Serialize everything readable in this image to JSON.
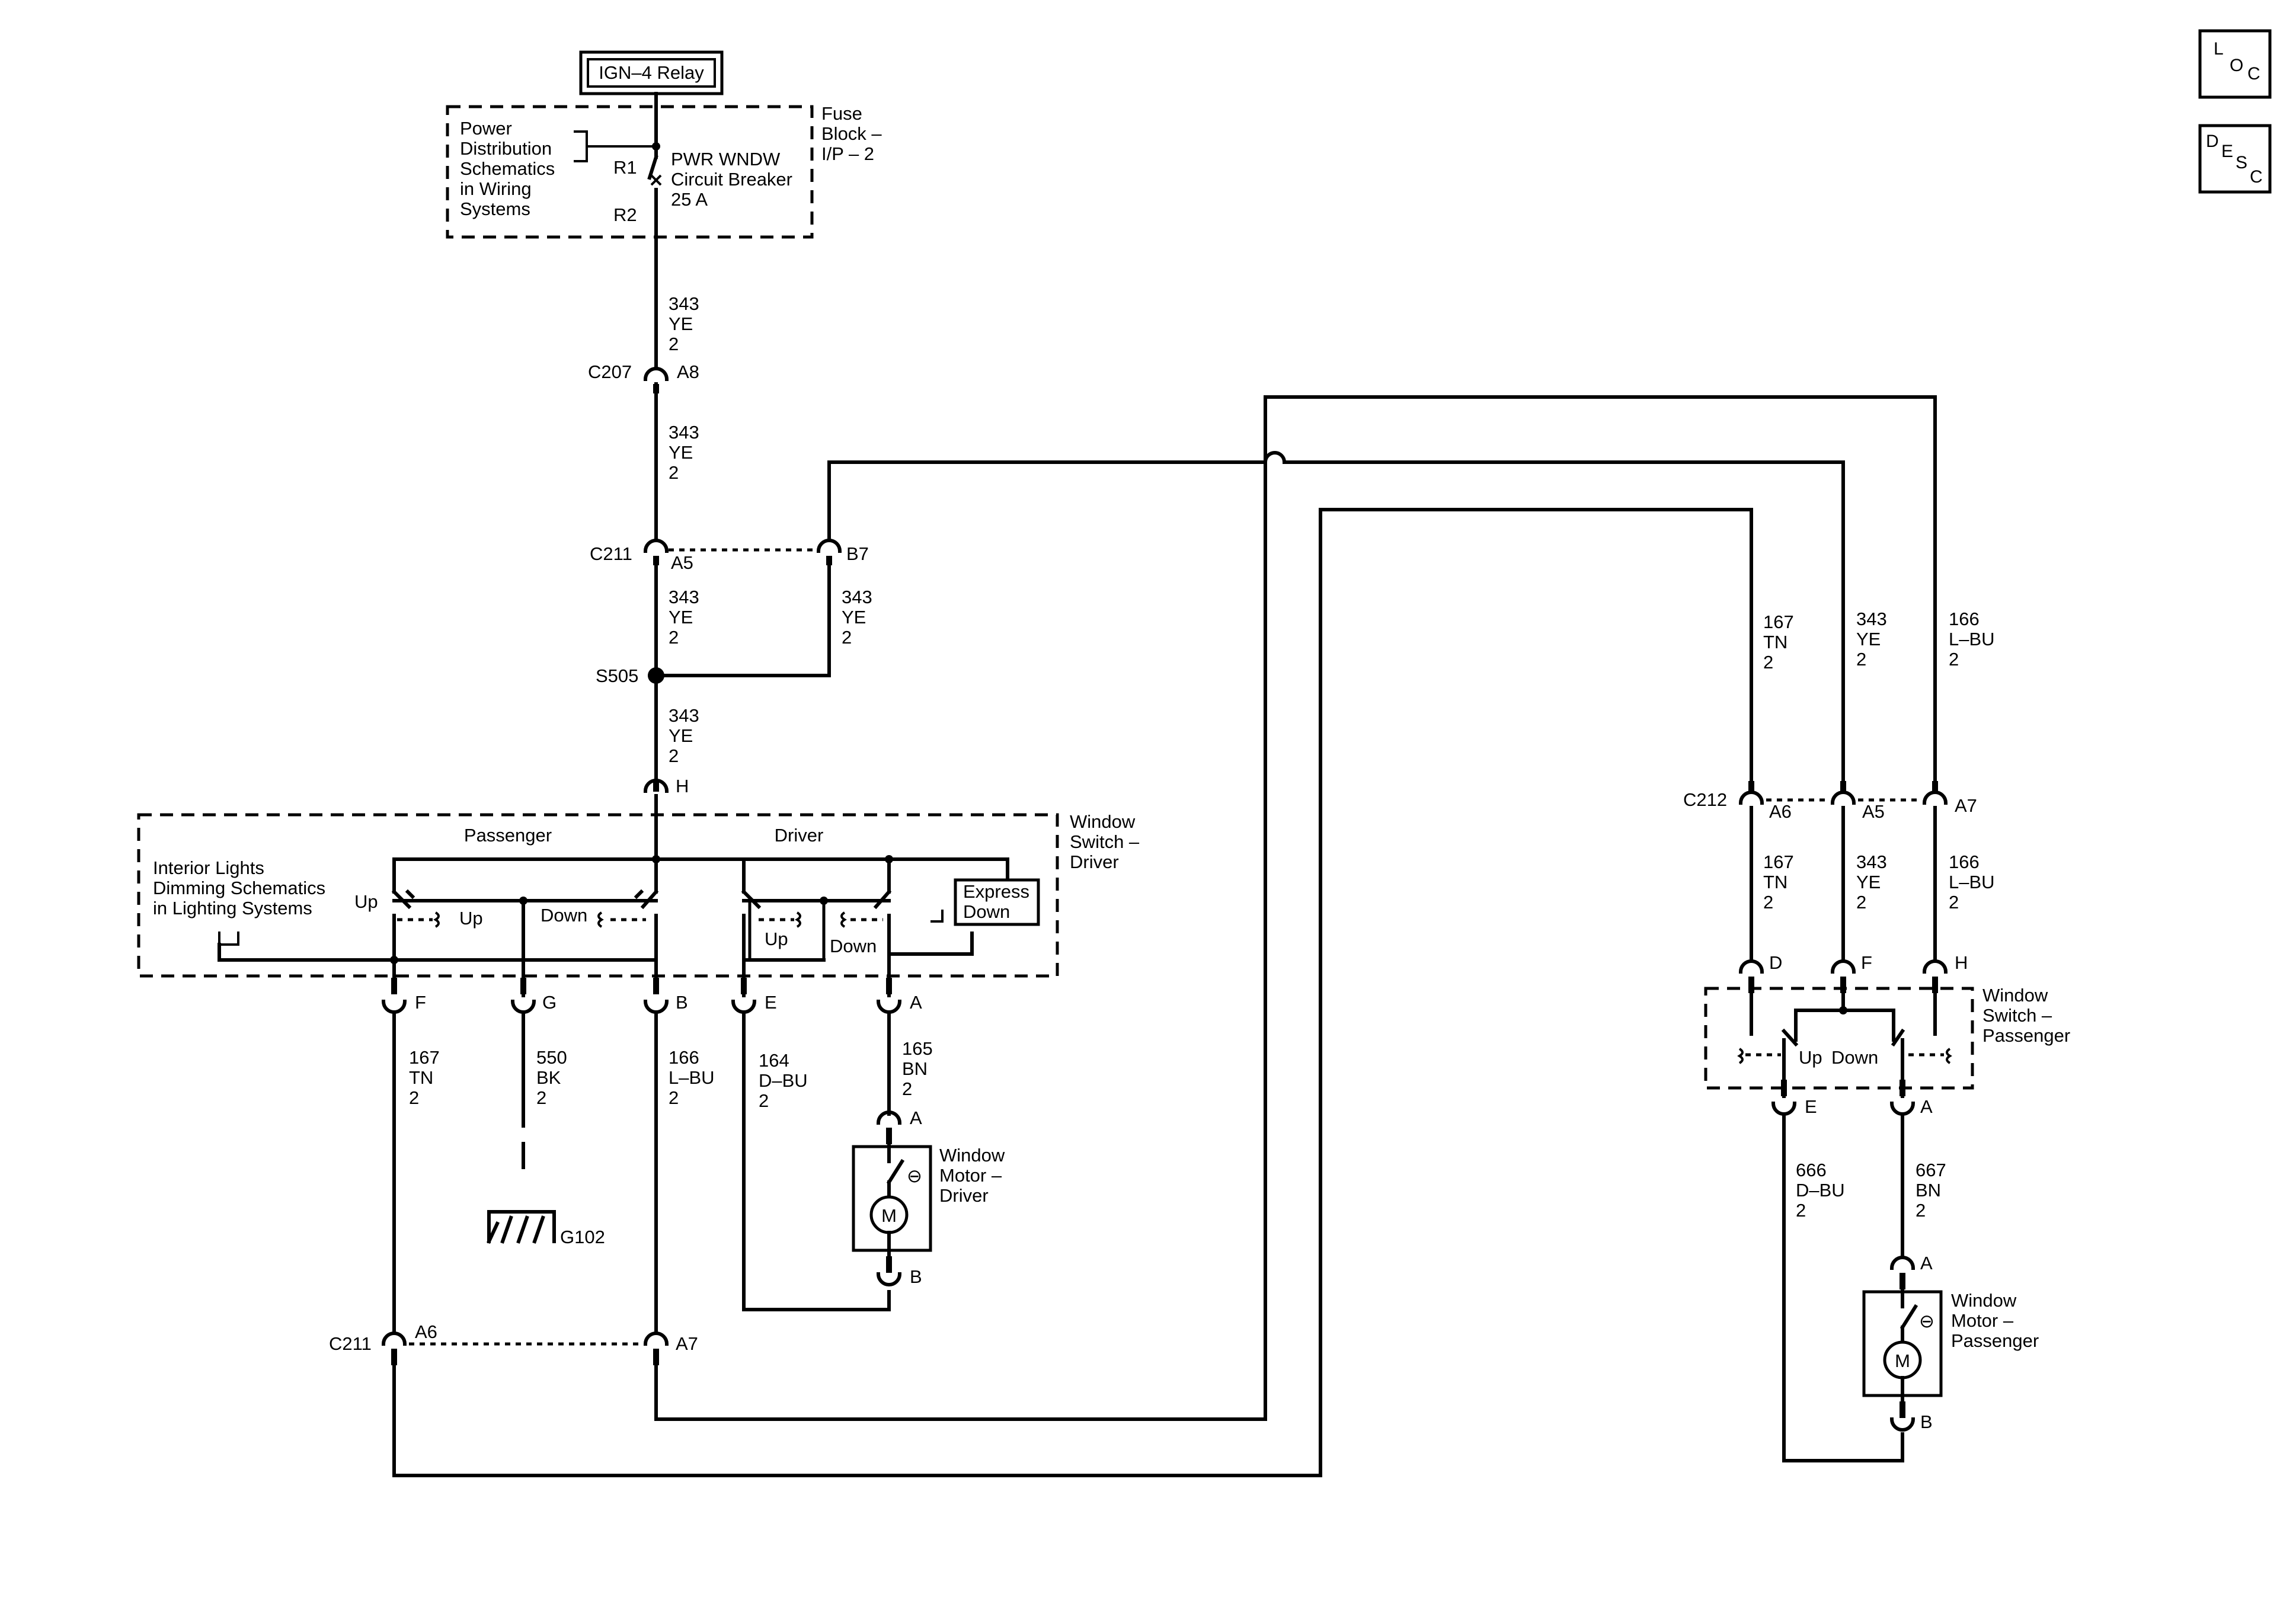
{
  "relay": {
    "label": "IGN–4 Relay"
  },
  "fuse_block": {
    "name_lines": [
      "Fuse",
      "Block –",
      "I/P – 2"
    ],
    "ref_lines": [
      "Power",
      "Distribution",
      "Schematics",
      "in Wiring",
      "Systems"
    ],
    "pin_in": "R1",
    "pin_out": "R2",
    "breaker_lines": [
      "PWR WNDW",
      "Circuit Breaker",
      "25 A"
    ]
  },
  "connectors": {
    "c207": "C207",
    "c207_pin": "A8",
    "c211": "C211",
    "c211_pin_a5": "A5",
    "c211_pin_b7": "B7",
    "s505": "S505",
    "c211_lower": "C211",
    "c211_pin_a6": "A6",
    "c211_pin_a7": "A7",
    "c212": "C212",
    "c212_pin_a6": "A6",
    "c212_pin_a5": "A5",
    "c212_pin_a7": "A7"
  },
  "wires": {
    "w343_a": [
      "343",
      "YE",
      "2"
    ],
    "w343_b": [
      "343",
      "YE",
      "2"
    ],
    "w343_c": [
      "343",
      "YE",
      "2"
    ],
    "w343_d": [
      "343",
      "YE",
      "2"
    ],
    "w343_e": [
      "343",
      "YE",
      "2"
    ],
    "w167_a": [
      "167",
      "TN",
      "2"
    ],
    "w550": [
      "550",
      "BK",
      "2"
    ],
    "w166_a": [
      "166",
      "L–BU",
      "2"
    ],
    "w164": [
      "164",
      "D–BU",
      "2"
    ],
    "w165": [
      "165",
      "BN",
      "2"
    ],
    "w167_r1": [
      "167",
      "TN",
      "2"
    ],
    "w343_r1": [
      "343",
      "YE",
      "2"
    ],
    "w166_r1": [
      "166",
      "L–BU",
      "2"
    ],
    "w167_r2": [
      "167",
      "TN",
      "2"
    ],
    "w343_r2": [
      "343",
      "YE",
      "2"
    ],
    "w166_r2": [
      "166",
      "L–BU",
      "2"
    ],
    "w666": [
      "666",
      "D–BU",
      "2"
    ],
    "w667": [
      "667",
      "BN",
      "2"
    ]
  },
  "driver_switch": {
    "name_lines": [
      "Window",
      "Switch –",
      "Driver"
    ],
    "section_passenger": "Passenger",
    "section_driver": "Driver",
    "ref_lines": [
      "Interior Lights",
      "Dimming Schematics",
      "in Lighting Systems"
    ],
    "up": "Up",
    "up_contact": "Up",
    "down_contact": "Down",
    "driver_up": "Up",
    "driver_down": "Down",
    "express_lines": [
      "Express",
      "Down"
    ],
    "pins": {
      "top": "H",
      "f": "F",
      "g": "G",
      "b": "B",
      "e": "E",
      "a": "A"
    }
  },
  "ground": {
    "label": "G102"
  },
  "motor_driver": {
    "name_lines": [
      "Window",
      "Motor –",
      "Driver"
    ],
    "pin_a": "A",
    "pin_b": "B",
    "symbol": "M",
    "thermal": "⊖"
  },
  "passenger_switch": {
    "name_lines": [
      "Window",
      "Switch –",
      "Passenger"
    ],
    "up": "Up",
    "down": "Down",
    "pins": {
      "d": "D",
      "f": "F",
      "h": "H",
      "e": "E",
      "a": "A"
    }
  },
  "motor_passenger": {
    "name_lines": [
      "Window",
      "Motor –",
      "Passenger"
    ],
    "pin_a": "A",
    "pin_b": "B",
    "symbol": "M",
    "thermal": "⊖"
  },
  "nav": {
    "loc": [
      "L",
      "O",
      "C"
    ],
    "desc": [
      "D",
      "E",
      "S",
      "C"
    ]
  }
}
